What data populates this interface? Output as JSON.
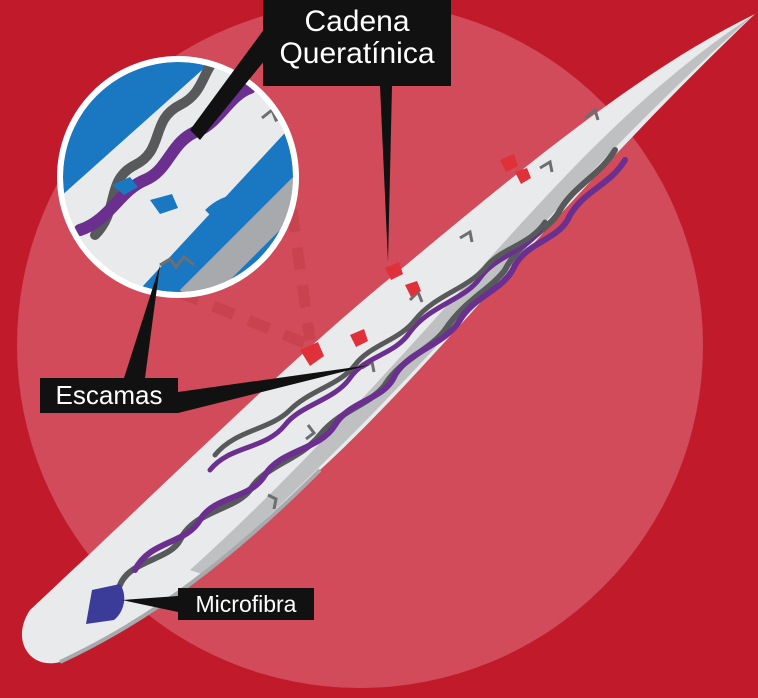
{
  "labels": {
    "keratin_line1": "Cadena",
    "keratin_line2": "Queratínica",
    "scales": "Escamas",
    "microfiber": "Microfibra"
  },
  "colors": {
    "background": "#c11b2b",
    "backdrop_circle": "#d14b5a",
    "hair": "#e9eaec",
    "hair_shadow": "#a7a9ac",
    "strand_purple": "#6b2f8f",
    "strand_gray": "#58595b",
    "damage_red": "#e0303a",
    "zoom_blue": "#1a78c2",
    "microfiber_blue": "#3b3b9a",
    "label_bg": "#111111",
    "label_text": "#ffffff"
  }
}
